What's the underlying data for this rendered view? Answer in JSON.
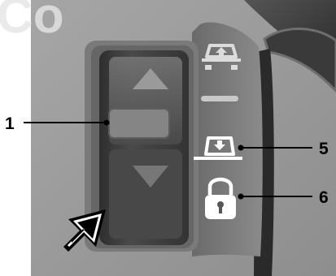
{
  "callouts": [
    {
      "id": "1",
      "label": "1"
    },
    {
      "id": "5",
      "label": "5"
    },
    {
      "id": "6",
      "label": "6"
    }
  ],
  "icons": {
    "raise": "suspension-raise-icon",
    "lower": "suspension-lower-icon",
    "lock": "padlock-icon",
    "indicator": "indicator-bar-icon",
    "arrow": "pointer-arrow-icon",
    "up": "arrow-up-icon",
    "down": "arrow-down-icon"
  },
  "colors": {
    "panel_bg": "#9a9a9a",
    "panel_dark": "#6e6e6e",
    "switch_dark": "#3a3a3a",
    "switch_mid": "#5a5a5a",
    "icon_white": "#ffffff",
    "leader": "#000000"
  },
  "watermark": {
    "text": "Co"
  }
}
